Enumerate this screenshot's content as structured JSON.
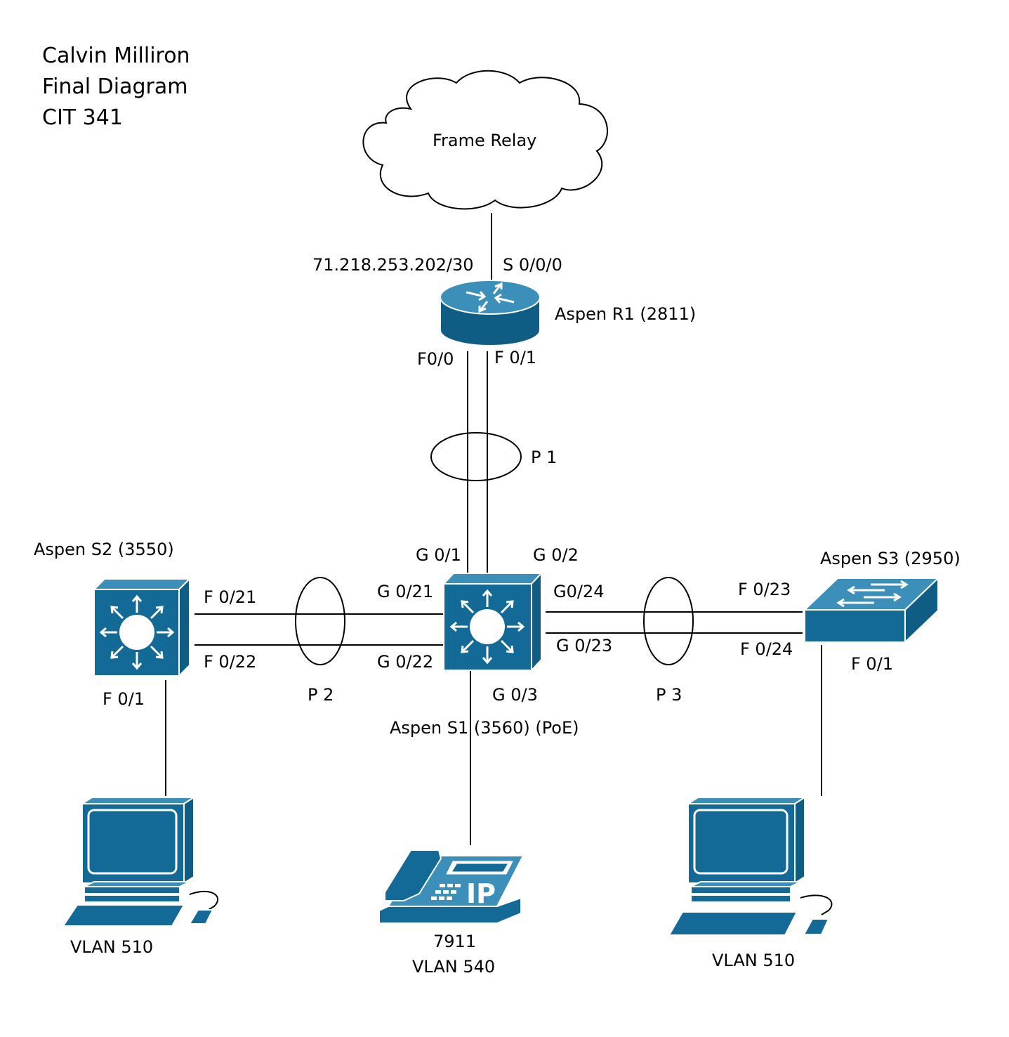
{
  "title": {
    "line1": "Calvin Milliron",
    "line2": "Final Diagram",
    "line3": "CIT 341"
  },
  "cloud": {
    "label": "Frame Relay"
  },
  "router": {
    "name": "Aspen R1 (2811)",
    "ip": "71.218.253.202/30",
    "serial_port": "S 0/0/0",
    "port_f00": "F0/0",
    "port_f01": "F 0/1"
  },
  "channels": {
    "p1": "P 1",
    "p2": "P 2",
    "p3": "P 3"
  },
  "s1": {
    "name": "Aspen S1 (3560) (PoE)",
    "port_g01": "G 0/1",
    "port_g02": "G 0/2",
    "port_g021": "G 0/21",
    "port_g022": "G 0/22",
    "port_g024": "G0/24",
    "port_g023": "G 0/23",
    "port_g03": "G 0/3"
  },
  "s2": {
    "name": "Aspen S2 (3550)",
    "port_f021": "F 0/21",
    "port_f022": "F 0/22",
    "port_f01": "F 0/1"
  },
  "s3": {
    "name": "Aspen S3 (2950)",
    "port_f023": "F 0/23",
    "port_f024": "F 0/24",
    "port_f01": "F 0/1"
  },
  "endpoints": {
    "pc_left": "VLAN 510",
    "phone_model": "7911",
    "phone_vlan": "VLAN 540",
    "pc_right": "VLAN 510",
    "phone_badge": "IP"
  },
  "colors": {
    "device": "#146a96",
    "device_dark": "#0f5c84",
    "device_light": "#3b8fb8"
  }
}
